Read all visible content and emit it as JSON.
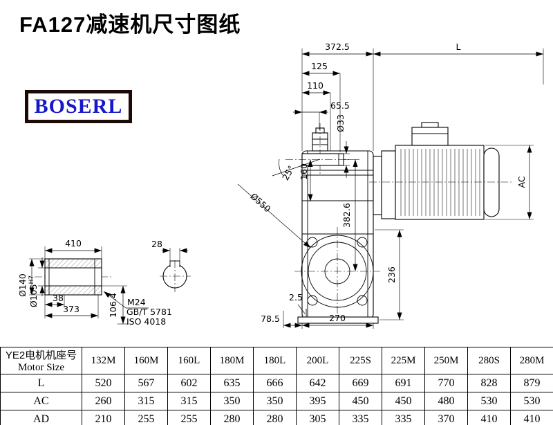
{
  "header": {
    "title": "FA127减速机尺寸图纸",
    "logo": "BOSERL"
  },
  "drawing": {
    "dims": {
      "top_372_5": "372.5",
      "motor_len": "L",
      "d125": "125",
      "d110": "110",
      "d65_5": "65.5",
      "dia33": "Ø33",
      "d160": "160",
      "angle25": "25°",
      "dia550": "Ø550",
      "d382_6": "382.6",
      "ac": "AC",
      "d236": "236",
      "d2_5": "2.5",
      "d78_5": "78.5",
      "d270": "270",
      "shaft_len_410": "410",
      "dia140": "Ø140",
      "dia105": "Ø105",
      "dia105_tol": "H7",
      "d38": "38",
      "d373": "373",
      "bolt_m24": "M24",
      "bolt_gb": "GB/T 5781",
      "bolt_iso": "ISO 4018",
      "d106_4": "106.4",
      "key_w28": "28"
    }
  },
  "table": {
    "size_label_cn": "YE2电机机座号",
    "size_label_en": "Motor Size",
    "columns": [
      "132M",
      "160M",
      "160L",
      "180M",
      "180L",
      "200L",
      "225S",
      "225M",
      "250M",
      "280S",
      "280M"
    ],
    "rows": [
      {
        "label": "L",
        "values": [
          "520",
          "567",
          "602",
          "635",
          "666",
          "642",
          "669",
          "691",
          "770",
          "828",
          "879"
        ]
      },
      {
        "label": "AC",
        "values": [
          "260",
          "315",
          "315",
          "350",
          "350",
          "395",
          "450",
          "450",
          "480",
          "530",
          "530"
        ]
      },
      {
        "label": "AD",
        "values": [
          "210",
          "255",
          "255",
          "280",
          "280",
          "305",
          "335",
          "335",
          "370",
          "410",
          "410"
        ]
      }
    ]
  }
}
